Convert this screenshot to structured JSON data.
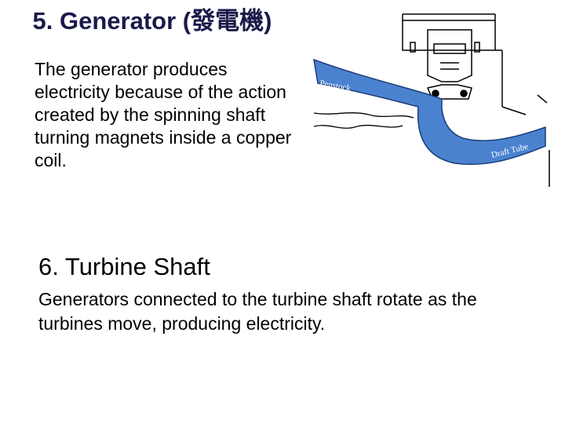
{
  "section5": {
    "title": "5. Generator (發電機)",
    "body": "The generator produces electricity because of the action created by the spinning shaft turning magnets inside a copper coil."
  },
  "diagram": {
    "penstock_label": "Penstock",
    "draft_tube_label": "Draft Tube",
    "water_color": "#4a82d0"
  },
  "section6": {
    "title": "6. Turbine Shaft",
    "body": "Generators connected to the turbine shaft rotate as the turbines move, producing electricity."
  }
}
